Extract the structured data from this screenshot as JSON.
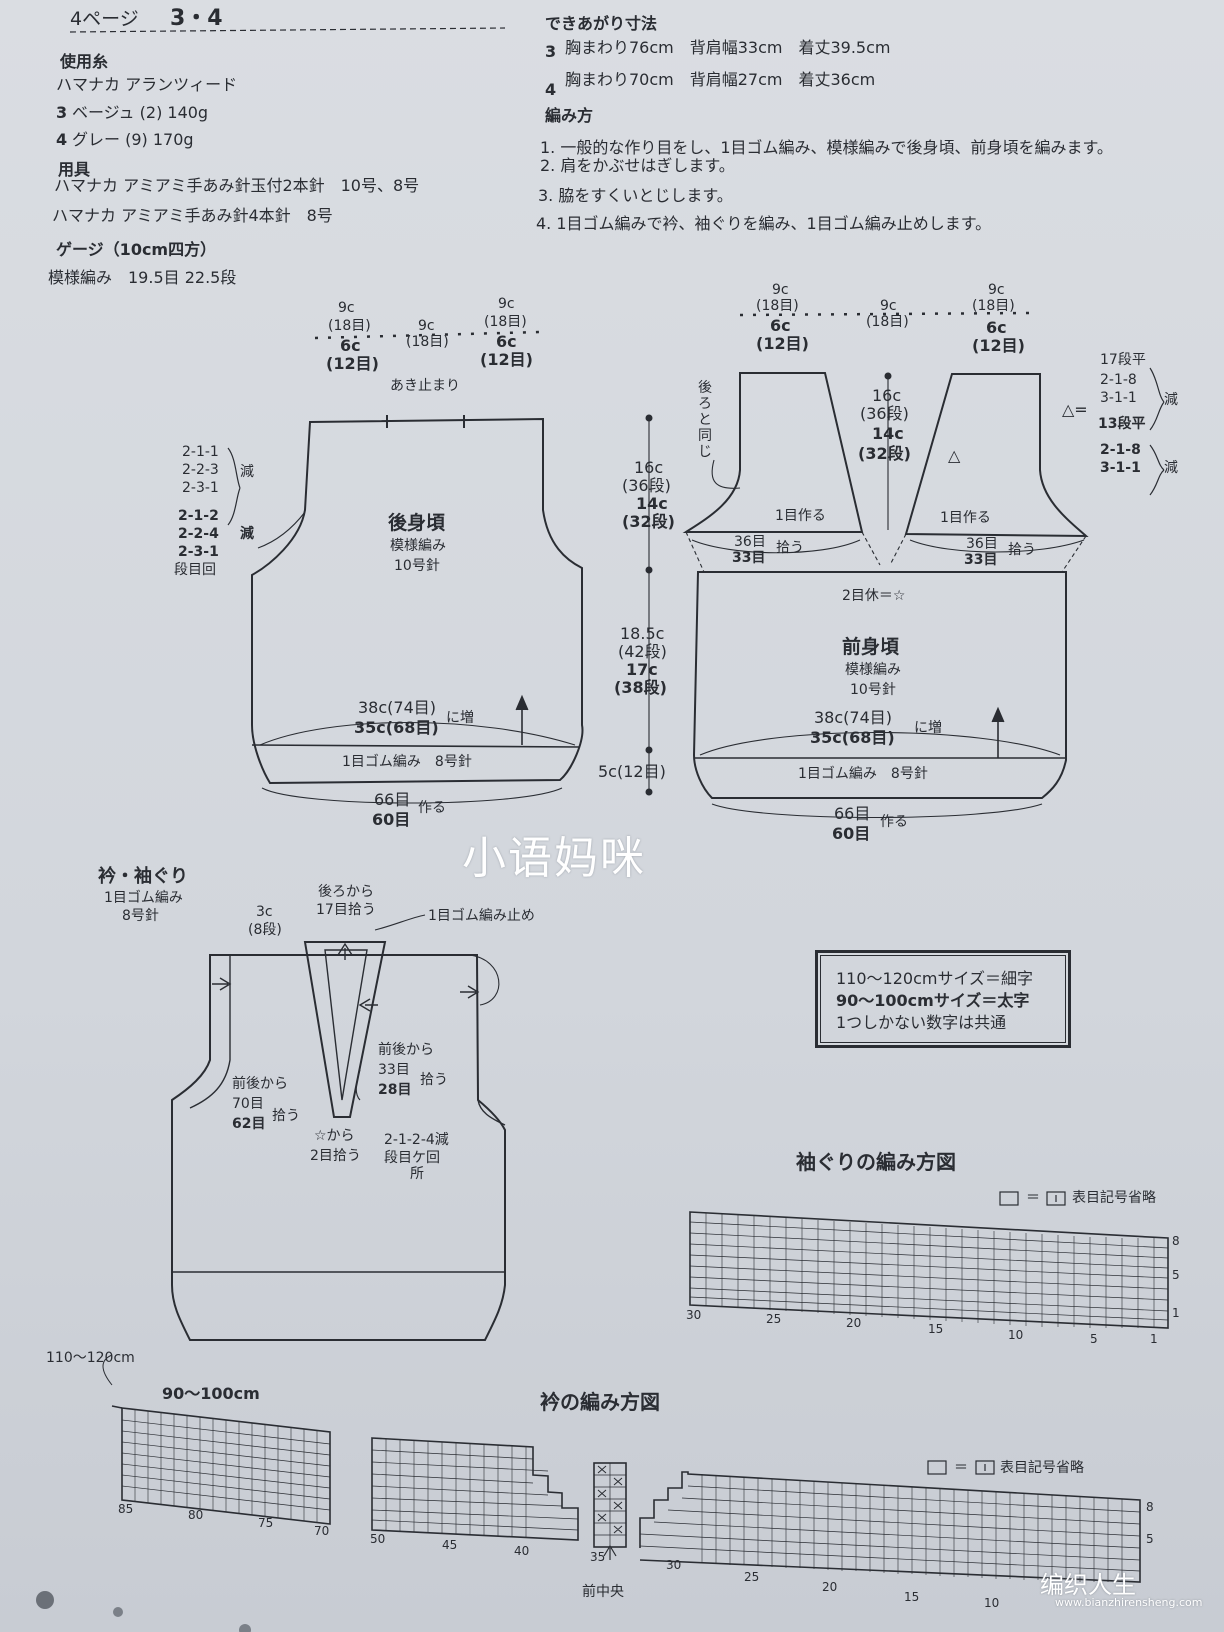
{
  "header": {
    "page": "4ページ",
    "item_no": "3・4"
  },
  "materials": {
    "yarn_title": "使用糸",
    "yarn_brand": "ハマナカ アランツィード",
    "yarn_3": "ベージュ (2) 140g",
    "yarn_4": "グレー (9) 170g",
    "num_3": "3",
    "num_4": "4",
    "tools_title": "用具",
    "tool_1": "ハマナカ アミアミ手あみ針玉付2本針　10号、8号",
    "tool_2": "ハマナカ アミアミ手あみ針4本針　8号",
    "gauge_title": "ゲージ（10cm四方）",
    "gauge": "模様編み　19.5目 22.5段"
  },
  "finished": {
    "title": "できあがり寸法",
    "row_3": "胸まわり76cm　背肩幅33cm　着丈39.5cm",
    "row_4": "胸まわり70cm　背肩幅27cm　着丈36cm"
  },
  "method": {
    "title": "編み方",
    "steps": [
      "1. 一般的な作り目をし、1目ゴム編み、模様編みで後身頃、前身頃を編みます。",
      "2. 肩をかぶせはぎします。",
      "3. 脇をすくいとじします。",
      "4. 1目ゴム編みで衿、袖ぐりを編み、1目ゴム編み止めします。"
    ]
  },
  "back": {
    "top_left_a": "9c",
    "top_left_b": "(18目)",
    "top_left_c": "6c",
    "top_left_d": "(12目)",
    "top_mid_a": "9c",
    "top_mid_b": "(18目)",
    "top_right_a": "9c",
    "top_right_b": "(18目)",
    "top_right_c": "6c",
    "top_right_d": "(12目)",
    "open_stop": "あき止まり",
    "dec_1": "2-1-1",
    "dec_2": "2-2-3",
    "dec_3": "2-3-1",
    "dec_4": "2-1-2",
    "dec_5": "2-2-4",
    "dec_6": "2-3-1",
    "dec_label": "減",
    "dec_label2": "減",
    "row_note": "段目回",
    "title": "後身頃",
    "pattern": "模様編み",
    "needle": "10号針",
    "width_a": "38c(74目)",
    "width_b": "35c(68目)",
    "increase": "に増",
    "rib": "1目ゴム編み　8号針",
    "cast_a": "66目",
    "cast_b": "60目",
    "cast_label": "作る"
  },
  "middle_dims": {
    "armhole_a": "16c",
    "armhole_b": "(36段)",
    "armhole_c": "14c",
    "armhole_d": "(32段)",
    "body_a": "18.5c",
    "body_b": "(42段)",
    "body_c": "17c",
    "body_d": "(38段)",
    "rib": "5c(12目)"
  },
  "front": {
    "top_left_a": "9c",
    "top_left_b": "(18目)",
    "top_left_c": "6c",
    "top_left_d": "(12目)",
    "top_mid_a": "9c",
    "top_mid_b": "(18目)",
    "top_right_a": "9c",
    "top_right_b": "(18目)",
    "top_right_c": "6c",
    "top_right_d": "(12目)",
    "same_as_back": "後ろと同じ",
    "neck_a": "16c",
    "neck_b": "(36段)",
    "neck_c": "14c",
    "neck_d": "(32段)",
    "r17": "17段平",
    "r_a": "2-1-8",
    "r_b": "3-1-1",
    "r13": "13段平",
    "r_c": "2-1-8",
    "r_d": "3-1-1",
    "dec": "減",
    "dec2": "減",
    "triangle_eq": "△=",
    "triangle": "△",
    "make1_left": "1目作る",
    "make1_right": "1目作る",
    "pick_l_a": "36目",
    "pick_l_b": "33目",
    "pick_label": "拾う",
    "pick_r_a": "36目",
    "pick_r_b": "33目",
    "pick_label2": "拾う",
    "rest": "2目休＝☆",
    "title": "前身頃",
    "pattern": "模様編み",
    "needle": "10号針",
    "width_a": "38c(74目)",
    "width_b": "35c(68目)",
    "increase": "に増",
    "rib": "1目ゴム編み　8号針",
    "cast_a": "66目",
    "cast_b": "60目",
    "cast_label": "作る"
  },
  "watermark": "小语妈咪",
  "collar": {
    "title": "衿・袖ぐり",
    "sub1": "1目ゴム編み",
    "sub2": "8号針",
    "c3": "3c",
    "c8": "(8段)",
    "back_pick_a": "後ろから",
    "back_pick_b": "17目拾う",
    "bind_off": "1目ゴム編み止め",
    "fb_a": "前後から",
    "fb_b": "33目",
    "fb_c": "28目",
    "fb_d": "拾う",
    "arm_a": "前後から",
    "arm_b": "70目",
    "arm_c": "62目",
    "arm_d": "拾う",
    "star_a": "☆から",
    "star_b": "2目拾う",
    "dec_a": "2-1-2-4減",
    "dec_b": "段目ケ回",
    "dec_c": "所"
  },
  "size_legend": {
    "line1": "110〜120cmサイズ＝細字",
    "line2": "90〜100cmサイズ＝太字",
    "line3": "1つしかない数字は共通"
  },
  "armhole_chart": {
    "title": "袖ぐりの編み方図",
    "legend_eq": "＝",
    "legend_text": "表目記号省略",
    "x_labels": [
      "30",
      "25",
      "20",
      "15",
      "10",
      "5",
      "1"
    ],
    "y_labels": [
      "8",
      "5",
      "1"
    ]
  },
  "collar_chart": {
    "title": "衿の編み方図",
    "size_a": "110〜120cm",
    "size_b": "90〜100cm",
    "legend_eq": "＝",
    "legend_text": "表目記号省略",
    "x_labels_left": [
      "85",
      "80",
      "75",
      "70"
    ],
    "x_labels_right": [
      "50",
      "45",
      "40",
      "35",
      "30",
      "25",
      "20",
      "15",
      "10"
    ],
    "y_labels": [
      "8",
      "5"
    ],
    "center_arrow": "↑",
    "center": "前中央"
  },
  "logo": {
    "text": "编织人生",
    "url": "www.bianzhirensheng.com"
  }
}
